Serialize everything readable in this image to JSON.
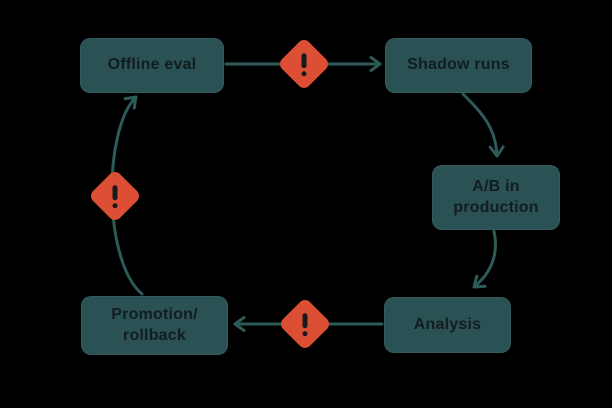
{
  "colors": {
    "background": "#000000",
    "node_fill": "#2a5154",
    "node_text": "#121d20",
    "connector": "#2d5b58",
    "warning_fill": "#dc4f35",
    "warning_glyph": "#191a1a"
  },
  "nodes": [
    {
      "id": "offline-eval",
      "label": "Offline eval"
    },
    {
      "id": "shadow-runs",
      "label": "Shadow runs"
    },
    {
      "id": "ab-in-production",
      "label": "A/B in\nproduction"
    },
    {
      "id": "analysis",
      "label": "Analysis"
    },
    {
      "id": "promotion-rollback",
      "label": "Promotion/\nrollback"
    }
  ],
  "edges": [
    {
      "from": "offline-eval",
      "to": "shadow-runs",
      "warning": true
    },
    {
      "from": "shadow-runs",
      "to": "ab-in-production",
      "warning": false
    },
    {
      "from": "ab-in-production",
      "to": "analysis",
      "warning": false
    },
    {
      "from": "analysis",
      "to": "promotion-rollback",
      "warning": true
    },
    {
      "from": "promotion-rollback",
      "to": "offline-eval",
      "warning": true
    }
  ],
  "warning_icons": [
    {
      "id": "warning-top",
      "glyph": "!"
    },
    {
      "id": "warning-bottom",
      "glyph": "!"
    },
    {
      "id": "warning-left",
      "glyph": "!"
    }
  ]
}
